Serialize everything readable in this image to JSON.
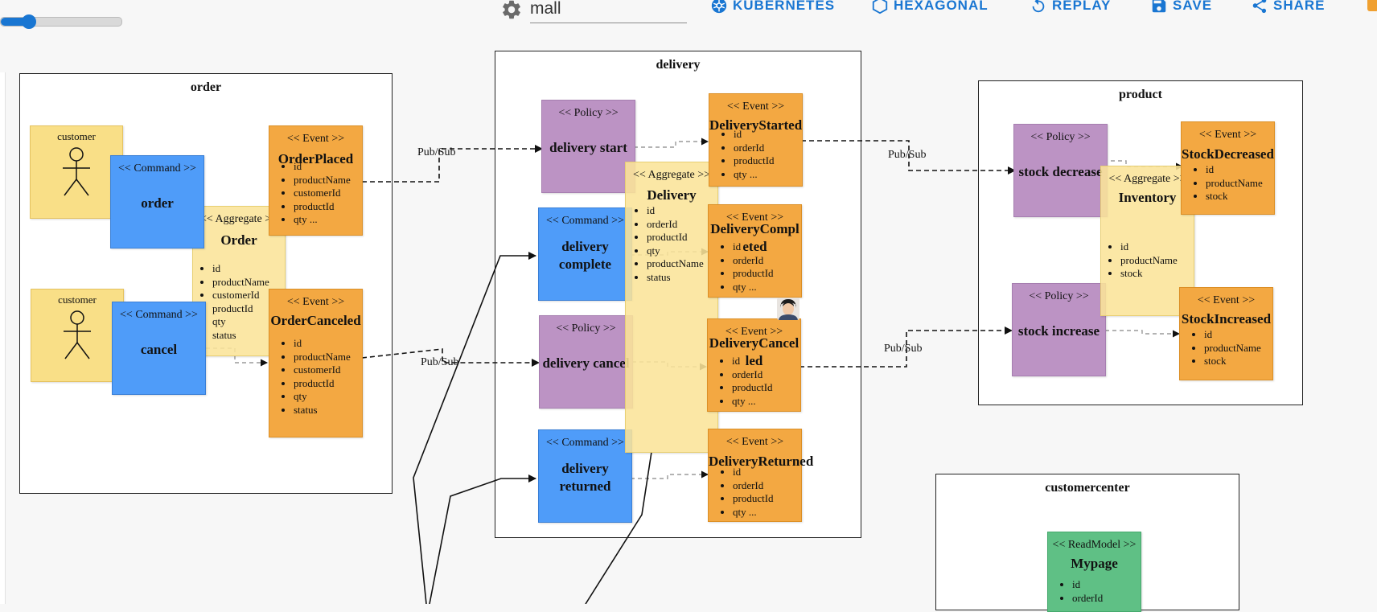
{
  "toolbar": {
    "zoom_percent": 22,
    "project_name": "mall",
    "buttons": {
      "kubernetes": "KUBERNETES",
      "hexagonal": "HEXAGONAL",
      "replay": "REPLAY",
      "save": "SAVE",
      "share": "SHARE"
    }
  },
  "stereotypes": {
    "event": "<< Event >>",
    "command": "<< Command >>",
    "policy": "<< Policy >>",
    "aggregate": "<< Aggregate >>",
    "readmodel": "<< ReadModel >>"
  },
  "colors": {
    "command": "#4f9cf9",
    "event": "#f3a842",
    "policy": "#bc93c4",
    "aggregate": "#fae498",
    "actor": "#f9df87",
    "readmodel": "#5fc085",
    "accent": "#1976d2"
  },
  "bounded_contexts": {
    "order": {
      "title": "order",
      "actors": [
        "customer",
        "customer"
      ],
      "commands": [
        "order",
        "cancel"
      ],
      "aggregate": {
        "name": "Order",
        "attrs": [
          "id",
          "productName",
          "customerId",
          "productId",
          "qty",
          "status"
        ]
      },
      "events": [
        {
          "name": "OrderPlaced",
          "attrs": [
            "id",
            "productName",
            "customerId",
            "productId",
            "qty ..."
          ]
        },
        {
          "name": "OrderCanceled",
          "attrs": [
            "id",
            "productName",
            "customerId",
            "productId",
            "qty",
            "status"
          ]
        }
      ]
    },
    "delivery": {
      "title": "delivery",
      "policies": [
        "delivery start",
        "delivery cancel"
      ],
      "commands": [
        "delivery complete",
        "delivery returned"
      ],
      "aggregate": {
        "name": "Delivery",
        "attrs": [
          "id",
          "orderId",
          "productId",
          "qty",
          "productName",
          "status"
        ]
      },
      "events": [
        {
          "name": "DeliveryStarted",
          "attrs": [
            "id",
            "orderId",
            "productId",
            "qty ..."
          ]
        },
        {
          "name": "DeliveryCompleted",
          "attrs": [
            "id",
            "orderId",
            "productId",
            "qty ..."
          ]
        },
        {
          "name": "DeliveryCancelled",
          "attrs": [
            "id",
            "orderId",
            "productId",
            "qty ..."
          ]
        },
        {
          "name": "DeliveryReturned",
          "attrs": [
            "id",
            "orderId",
            "productId",
            "qty ..."
          ]
        }
      ]
    },
    "product": {
      "title": "product",
      "policies": [
        "stock decrease",
        "stock increase"
      ],
      "aggregate": {
        "name": "Inventory",
        "attrs": [
          "id",
          "productName",
          "stock"
        ]
      },
      "events": [
        {
          "name": "StockDecreased",
          "attrs": [
            "id",
            "productName",
            "stock"
          ]
        },
        {
          "name": "StockIncreased",
          "attrs": [
            "id",
            "productName",
            "stock"
          ]
        }
      ]
    },
    "customercenter": {
      "title": "customercenter",
      "readmodel": {
        "name": "Mypage",
        "attrs": [
          "id",
          "orderId"
        ]
      }
    }
  },
  "relations": {
    "pubsub_label": "Pub/Sub"
  }
}
